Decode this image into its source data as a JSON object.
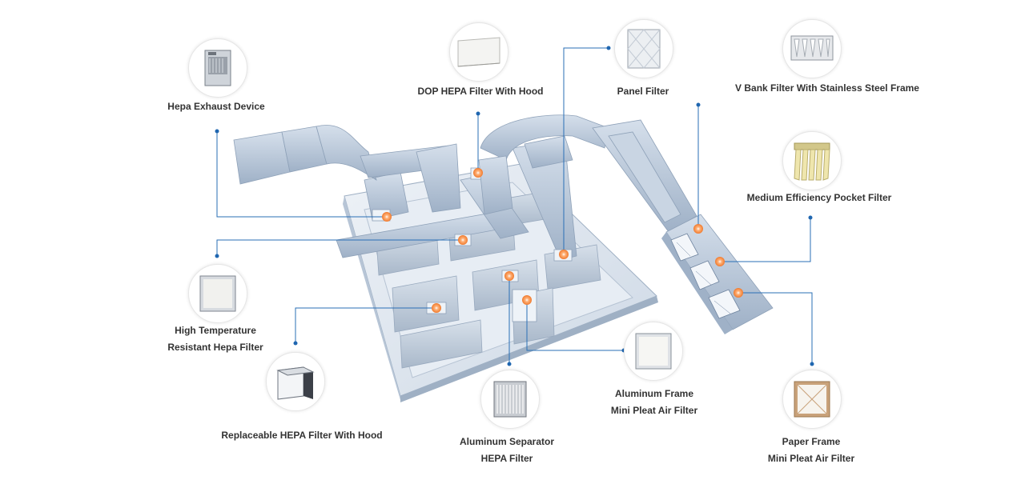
{
  "diagram": {
    "labels": {
      "hepa_exhaust_device": "Hepa Exhaust Device",
      "dop_hepa_filter": "DOP HEPA Filter With Hood",
      "panel_filter": "Panel Filter",
      "v_bank_filter": "V Bank Filter With Stainless Steel Frame",
      "medium_pocket_filter": "Medium Efficiency Pocket Filter",
      "high_temp_line1": "High Temperature",
      "high_temp_line2": "Resistant Hepa Filter",
      "replaceable_hepa": "Replaceable HEPA Filter With Hood",
      "aluminum_separator_line1": "Aluminum Separator",
      "aluminum_separator_line2": "HEPA Filter",
      "aluminum_frame_line1": "Aluminum Frame",
      "aluminum_frame_line2": "Mini Pleat Air Filter",
      "paper_frame_line1": "Paper Frame",
      "paper_frame_line2": "Mini Pleat Air Filter"
    },
    "icons": {
      "hepa_exhaust_device": "exhaust-cabinet-icon",
      "dop_hepa_filter": "flat-filter-icon",
      "panel_filter": "panel-filter-icon",
      "v_bank_filter": "v-bank-filter-icon",
      "medium_pocket_filter": "pocket-filter-icon",
      "high_temp": "hepa-panel-icon",
      "replaceable_hepa": "hepa-box-icon",
      "aluminum_separator": "separator-filter-icon",
      "aluminum_frame": "mini-pleat-filter-icon",
      "paper_frame": "paper-frame-filter-icon"
    },
    "colors": {
      "leader_line": "#2a6fb6",
      "hotspot": "#f07a2e",
      "duct": "#b9c7da",
      "room_floor": "#dfe6ef",
      "label_text": "#333333"
    }
  }
}
